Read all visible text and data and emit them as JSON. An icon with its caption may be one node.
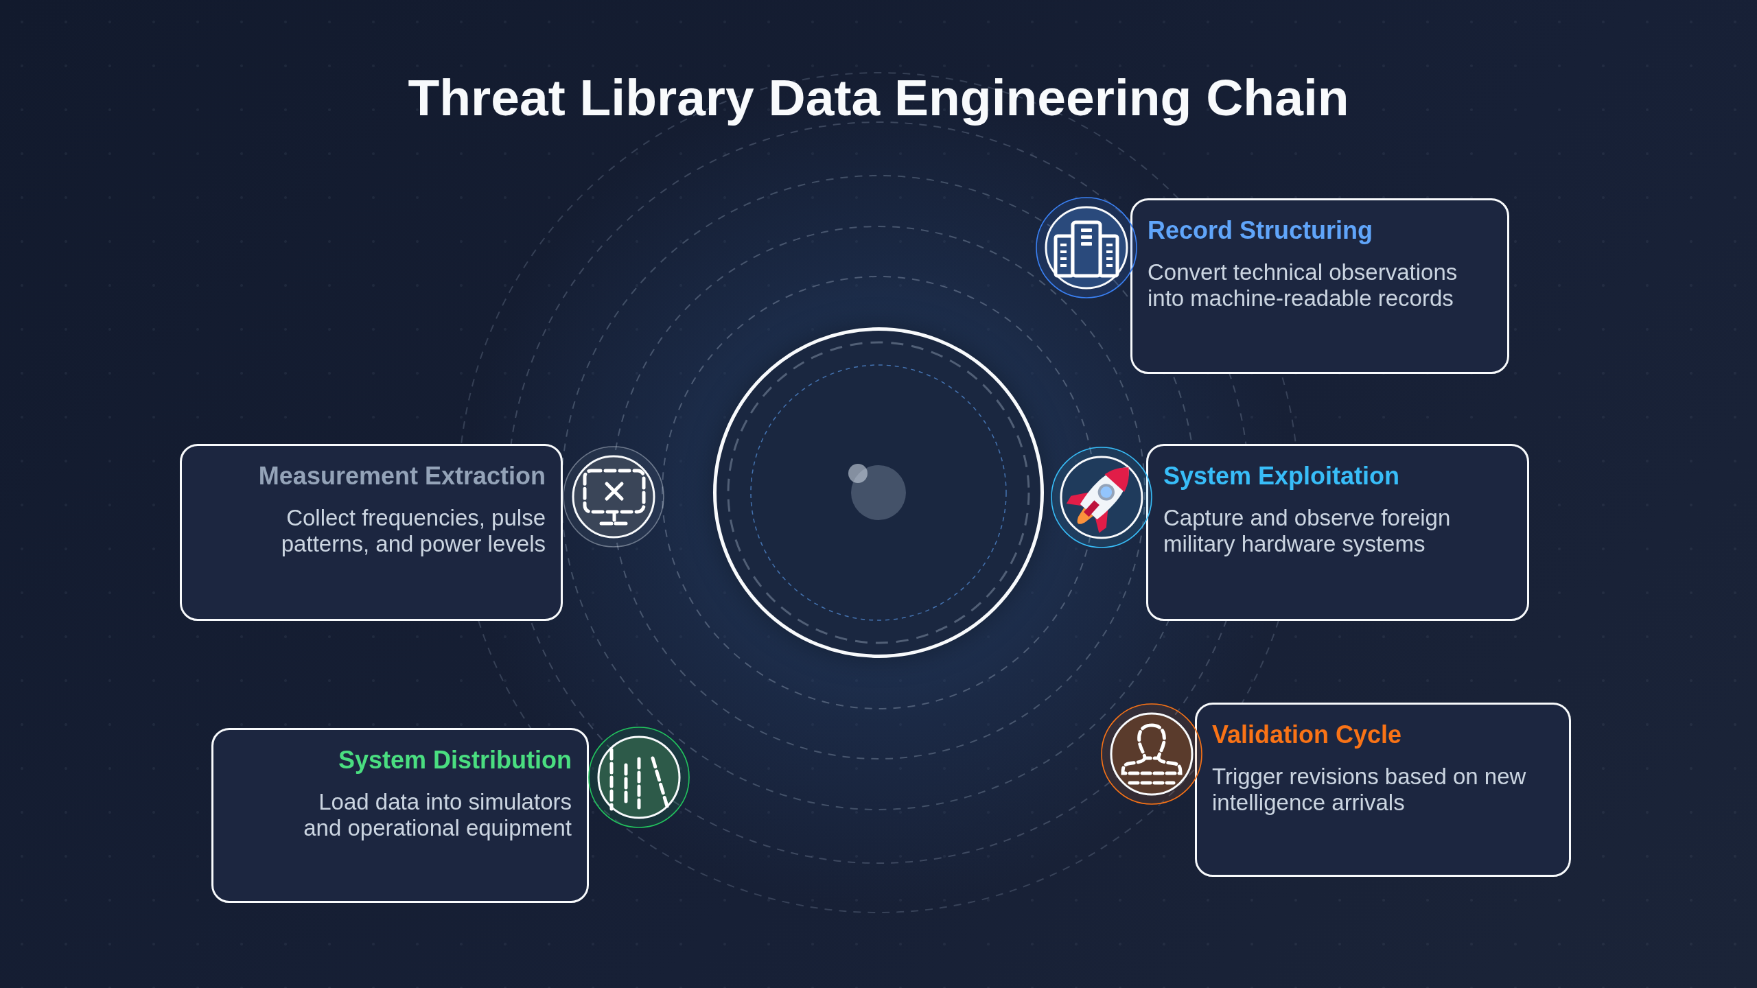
{
  "diagram": {
    "title": "Threat Library Data Engineering Chain",
    "nodes": [
      {
        "text": [
          "Record Structuring",
          "Convert technical observations into machine-readable records"
        ]
      },
      {
        "text": [
          "Measurement Extraction",
          "Collect frequencies, pulse patterns, and power levels"
        ]
      },
      {
        "text": [],
        "shape": "circle"
      },
      {
        "text": [
          "System Exploitation",
          "Capture and observe foreign military hardware systems"
        ]
      },
      {
        "text": [
          "System Distribution",
          "Load data into simulators and operational equipment"
        ]
      },
      {
        "text": [
          "Validation Cycle",
          "Trigger revisions based on new intelligence arrivals"
        ]
      }
    ]
  }
}
